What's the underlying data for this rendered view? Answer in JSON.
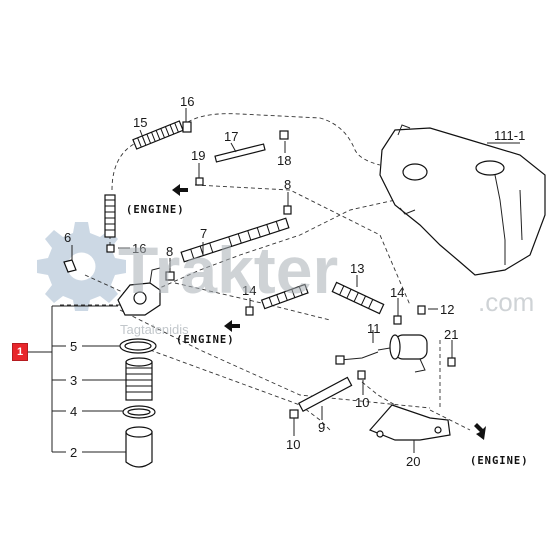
{
  "watermark": {
    "brand": "Trakter",
    "domain": ".com",
    "subtext": "Tagtalenidis"
  },
  "callout_badge": "1",
  "direction_labels": {
    "engine_top": "(ENGINE)",
    "engine_mid": "(ENGINE)",
    "engine_bottom": "(ENGINE)"
  },
  "part_numbers": {
    "p1": "1",
    "p2": "2",
    "p3": "3",
    "p4": "4",
    "p5": "5",
    "p6": "6",
    "p7": "7",
    "p8a": "8",
    "p8b": "8",
    "p9": "9",
    "p10a": "10",
    "p10b": "10",
    "p11": "11",
    "p12": "12",
    "p13": "13",
    "p14a": "14",
    "p14b": "14",
    "p15": "15",
    "p16a": "16",
    "p16b": "16",
    "p17": "17",
    "p18": "18",
    "p19": "19",
    "p20": "20",
    "p21": "21",
    "p111": "111-1"
  },
  "colors": {
    "badge": "#e8262b",
    "watermark": "#a9b0b6"
  },
  "icons": [
    "gear-icon"
  ]
}
